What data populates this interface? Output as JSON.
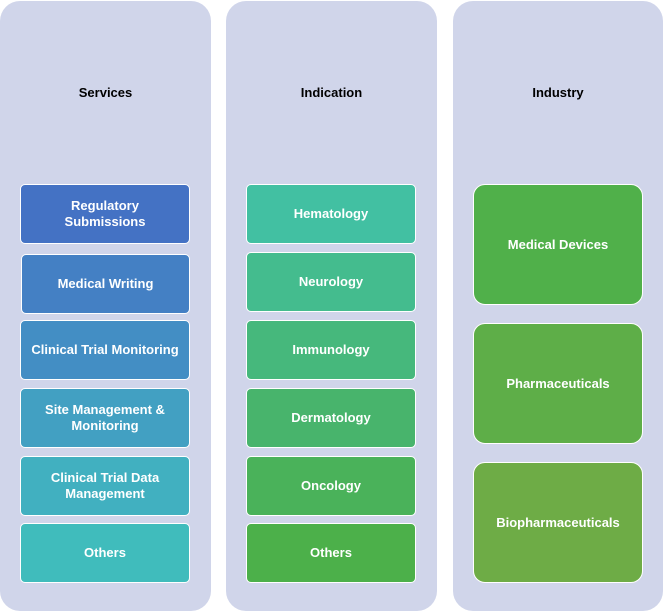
{
  "columns": [
    {
      "title": "Services",
      "items": [
        {
          "label": "Regulatory Submissions",
          "color": "#4472c4"
        },
        {
          "label": "Medical Writing",
          "color": "#4480c4"
        },
        {
          "label": "Clinical Trial Monitoring",
          "color": "#438ec4"
        },
        {
          "label": "Site Management & Monitoring",
          "color": "#42a0c2"
        },
        {
          "label": "Clinical Trial Data Management",
          "color": "#41b0c0"
        },
        {
          "label": "Others",
          "color": "#40bcbc"
        }
      ]
    },
    {
      "title": "Indication",
      "items": [
        {
          "label": "Hematology",
          "color": "#42c0a2"
        },
        {
          "label": "Neurology",
          "color": "#44bc8e"
        },
        {
          "label": "Immunology",
          "color": "#46b87c"
        },
        {
          "label": "Dermatology",
          "color": "#48b46c"
        },
        {
          "label": "Oncology",
          "color": "#4ab25a"
        },
        {
          "label": "Others",
          "color": "#4cb04a"
        }
      ]
    },
    {
      "title": "Industry",
      "items": [
        {
          "label": "Medical Devices",
          "color": "#50b04a"
        },
        {
          "label": "Pharmaceuticals",
          "color": "#5eae48"
        },
        {
          "label": "Biopharmaceuticals",
          "color": "#6eac46"
        }
      ]
    }
  ]
}
